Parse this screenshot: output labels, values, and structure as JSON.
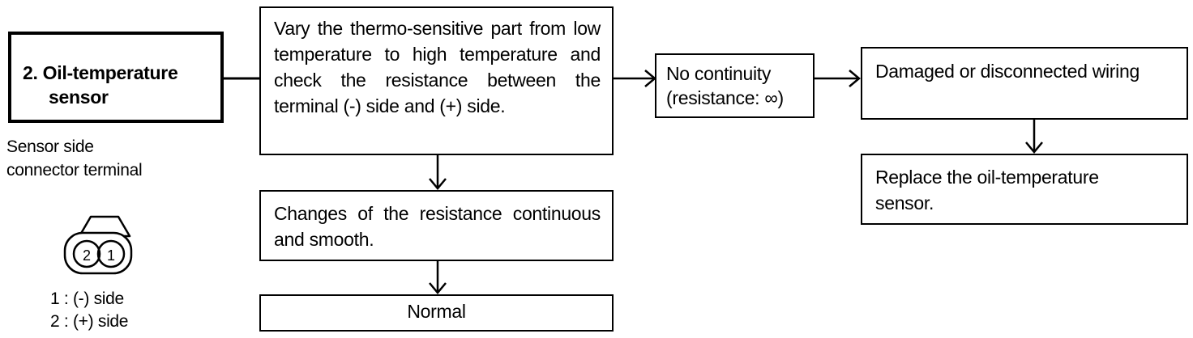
{
  "sensor_box": {
    "title": "2. Oil-temperature",
    "title_line2": "sensor"
  },
  "connector_caption": {
    "line1": "Sensor side",
    "line2": "connector terminal"
  },
  "terminal_pins": [
    "2",
    "1"
  ],
  "pin_legend": [
    "1 : (-) side",
    "2 : (+) side"
  ],
  "check_box": {
    "text": "Vary the thermo-sensitive part from low temperature to high temperature and check the resistance between the terminal (-) side and (+) side."
  },
  "changes_box": {
    "text": "Changes of the resistance continuous and smooth."
  },
  "normal_box": {
    "text": "Normal"
  },
  "no_continuity_box": {
    "line1": "No continuity",
    "line2": "(resistance: ∞)"
  },
  "damaged_box": {
    "text": "Damaged or disconnected wiring"
  },
  "replace_box": {
    "text": "Replace the oil-temperature sensor."
  }
}
